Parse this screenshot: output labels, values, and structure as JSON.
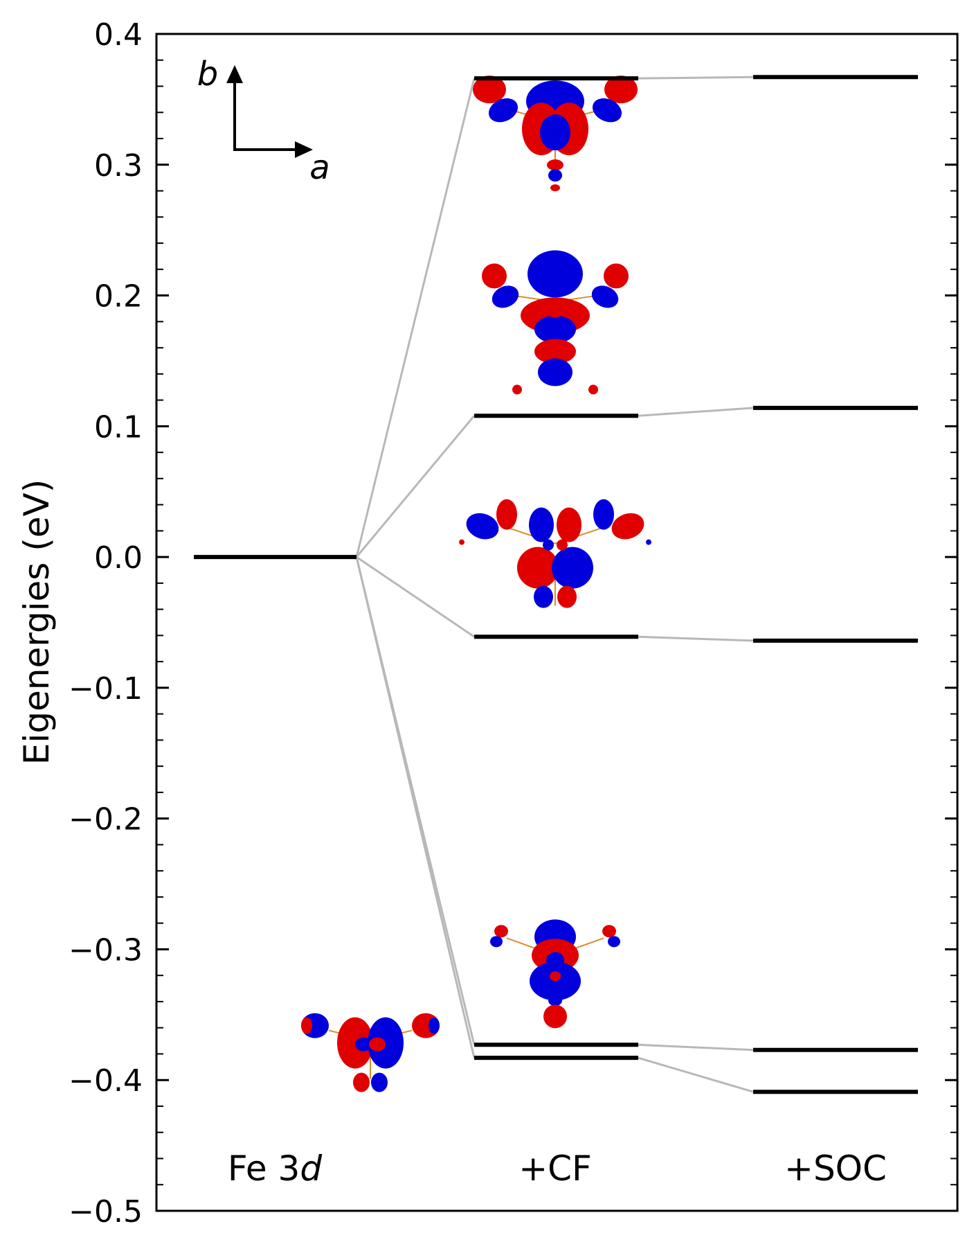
{
  "chart_data": {
    "type": "energy-level-diagram",
    "ylabel": "Eigenergies (eV)",
    "ylim": [
      -0.5,
      0.4
    ],
    "yticks": [
      0.4,
      0.3,
      0.2,
      0.1,
      0.0,
      -0.1,
      -0.2,
      -0.3,
      -0.4,
      -0.5
    ],
    "ytick_labels": [
      "0.4",
      "0.3",
      "0.2",
      "0.1",
      "0.0",
      "−0.1",
      "−0.2",
      "−0.3",
      "−0.4",
      "−0.5"
    ],
    "columns": [
      {
        "key": "fe3d",
        "label_main": "Fe 3",
        "label_italic": "d",
        "levels": [
          0.0
        ]
      },
      {
        "key": "cf",
        "label_main": "+CF",
        "label_italic": "",
        "levels": [
          0.366,
          0.108,
          -0.061,
          -0.373,
          -0.383
        ]
      },
      {
        "key": "soc",
        "label_main": "+SOC",
        "label_italic": "",
        "levels": [
          0.367,
          0.114,
          -0.064,
          -0.377,
          -0.409
        ]
      }
    ],
    "connectors": [
      {
        "from": "fe3d",
        "from_value": 0.0,
        "to": "cf",
        "to_value": 0.366
      },
      {
        "from": "fe3d",
        "from_value": 0.0,
        "to": "cf",
        "to_value": 0.108
      },
      {
        "from": "fe3d",
        "from_value": 0.0,
        "to": "cf",
        "to_value": -0.061
      },
      {
        "from": "fe3d",
        "from_value": 0.0,
        "to": "cf",
        "to_value": -0.373
      },
      {
        "from": "fe3d",
        "from_value": 0.0,
        "to": "cf",
        "to_value": -0.383
      },
      {
        "from": "cf",
        "from_value": 0.366,
        "to": "soc",
        "to_value": 0.367
      },
      {
        "from": "cf",
        "from_value": 0.108,
        "to": "soc",
        "to_value": 0.114
      },
      {
        "from": "cf",
        "from_value": -0.061,
        "to": "soc",
        "to_value": -0.064
      },
      {
        "from": "cf",
        "from_value": -0.373,
        "to": "soc",
        "to_value": -0.377
      },
      {
        "from": "cf",
        "from_value": -0.383,
        "to": "soc",
        "to_value": -0.409
      }
    ],
    "orbital_insets": [
      {
        "column": "cf",
        "center_value": 0.33
      },
      {
        "column": "cf",
        "center_value": 0.19
      },
      {
        "column": "cf",
        "center_value": 0.005
      },
      {
        "column": "cf",
        "center_value": -0.31
      },
      {
        "column": "fe3d",
        "center_value": -0.37
      }
    ],
    "direction_labels": {
      "vertical": "b",
      "horizontal": "a"
    },
    "colors": {
      "level": "#000000",
      "connector": "#b8b8b8",
      "lobe_positive": "#e00000",
      "lobe_negative": "#0000dd",
      "bond": "#e08a2a"
    }
  }
}
